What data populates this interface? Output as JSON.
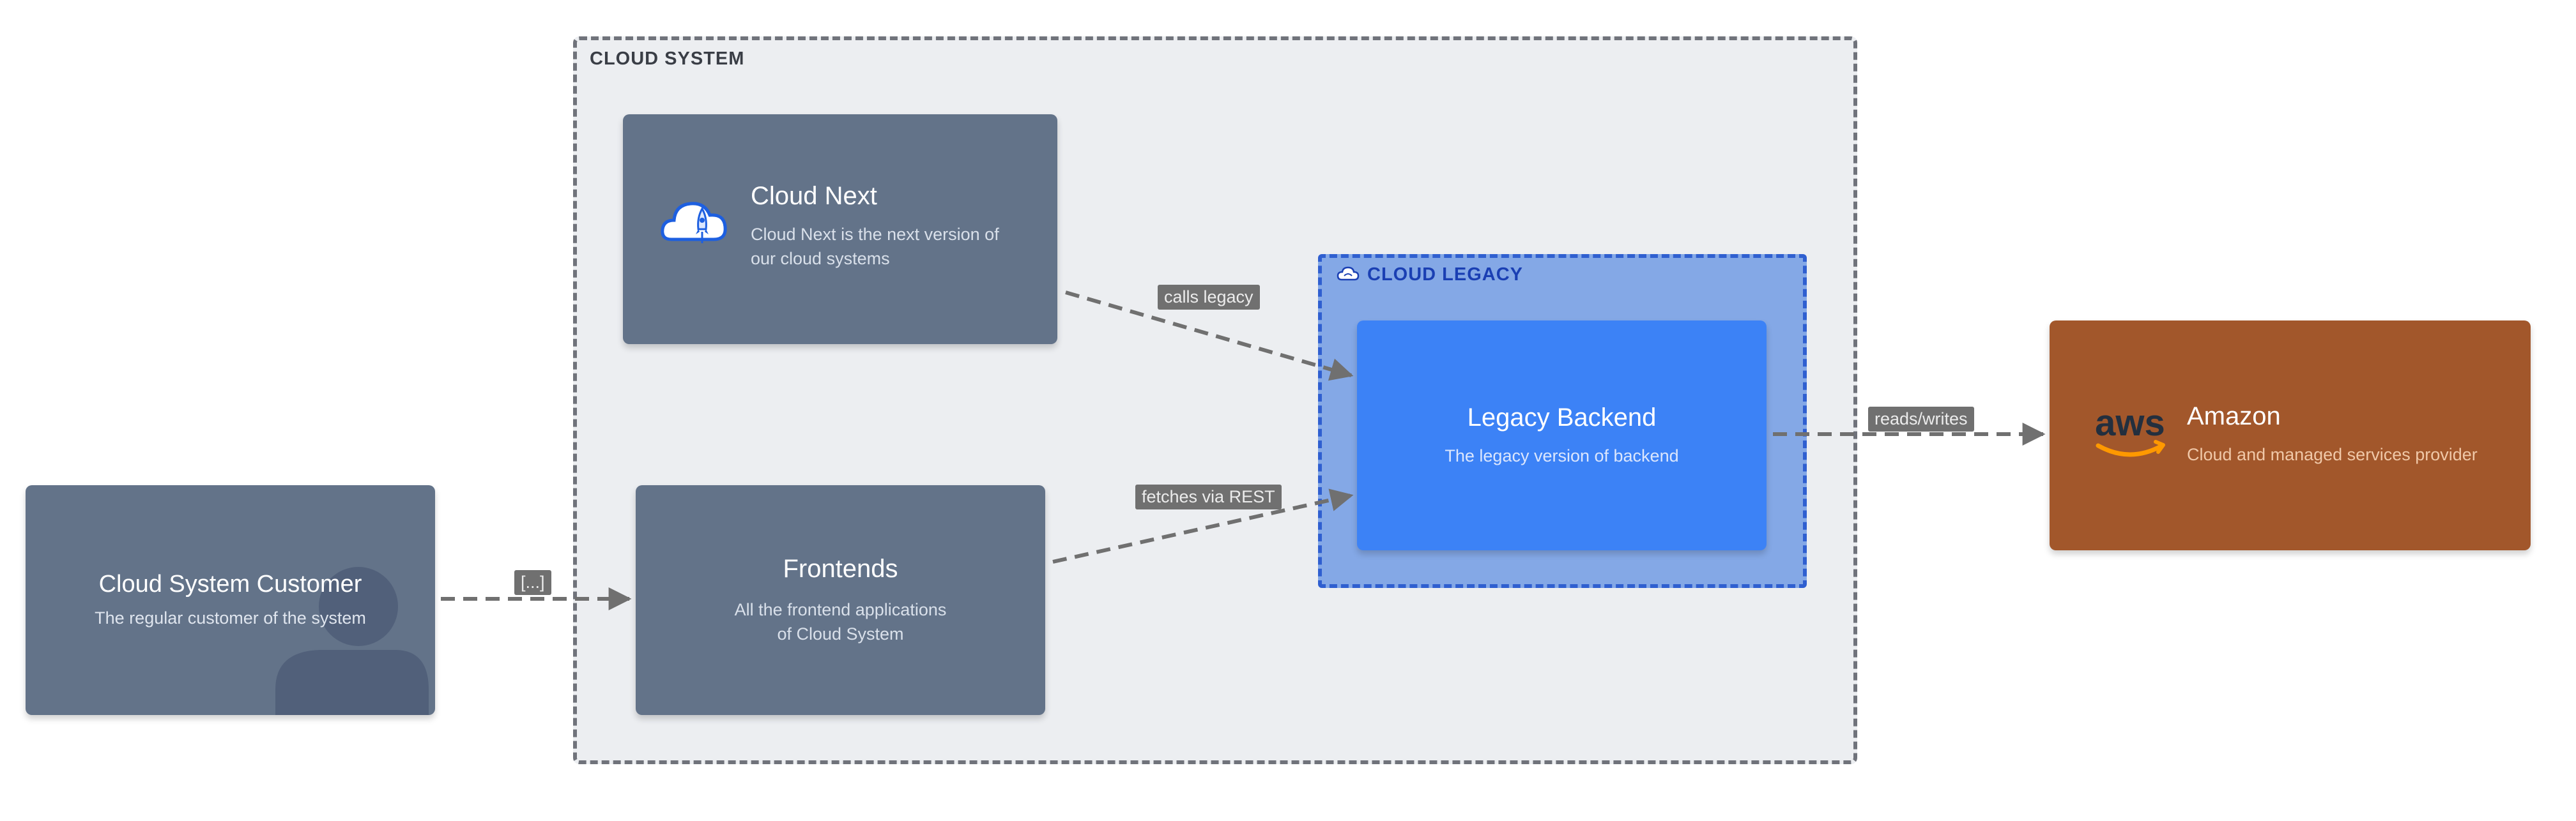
{
  "cloud_system": {
    "title": "CLOUD SYSTEM"
  },
  "cloud_legacy": {
    "title": "CLOUD LEGACY",
    "icon": "cloud-icon"
  },
  "nodes": {
    "customer": {
      "title": "Cloud System Customer",
      "description": "The regular customer of the system",
      "icon": "person-silhouette-icon"
    },
    "frontends": {
      "title": "Frontends",
      "description_line1": "All the frontend applications",
      "description_line2": "of Cloud System"
    },
    "cloud_next": {
      "title": "Cloud Next",
      "description_line1": "Cloud Next is the next version of",
      "description_line2": "our cloud systems",
      "icon": "cloud-rocket-icon"
    },
    "legacy_backend": {
      "title": "Legacy Backend",
      "description": "The legacy version of backend"
    },
    "amazon": {
      "title": "Amazon",
      "description": "Cloud and managed services provider",
      "icon": "aws-logo",
      "logo_text": "aws"
    }
  },
  "edges": {
    "customer_to_frontends": "[...]",
    "cloudnext_to_legacy": "calls legacy",
    "frontends_to_legacy": "fetches via REST",
    "legacy_to_amazon": "reads/writes"
  },
  "colors": {
    "slate_node": "#637389",
    "legacy_node": "#3c82f6",
    "amazon_node": "#a2572b",
    "edge": "#707070"
  }
}
